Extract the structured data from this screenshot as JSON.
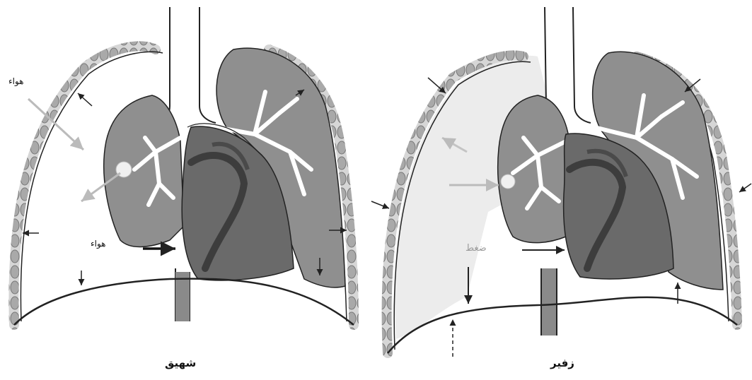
{
  "panels": {
    "left": {
      "caption": "شهيق",
      "air_top": "هواء",
      "air_mid": "هواء"
    },
    "right": {
      "caption": "زفير",
      "pressure": "ضغط"
    }
  },
  "colors": {
    "lung": "#8f8f8f",
    "lung_dark": "#6f6f6f",
    "heart": "#5a5a5a",
    "rib": "#a9a9a9",
    "line": "#2a2a2a",
    "exhale_fill": "#ececec"
  },
  "icons": [
    "arrow",
    "rib-segment",
    "airway"
  ]
}
